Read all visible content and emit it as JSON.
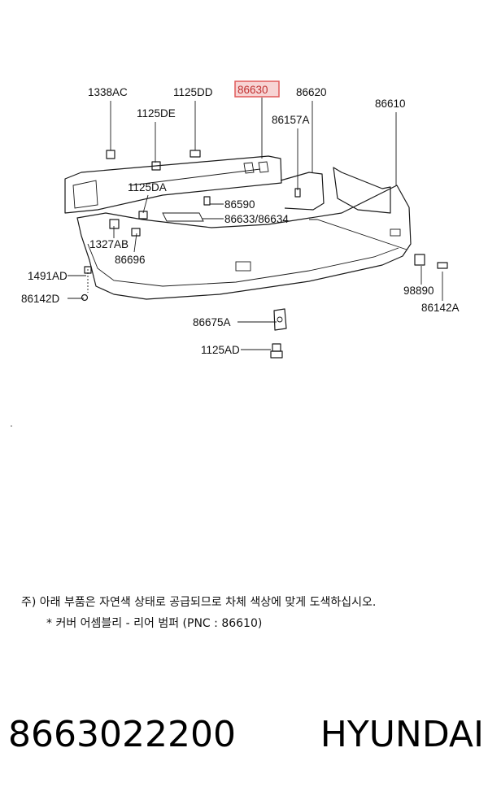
{
  "highlight_color": "#e05a5a",
  "labels": {
    "p1338AC": "1338AC",
    "p1125DD": "1125DD",
    "p86630": "86630",
    "p86620": "86620",
    "p86610": "86610",
    "p1125DE": "1125DE",
    "p86157A": "86157A",
    "p1125DA": "1125DA",
    "p86590": "86590",
    "p86633": "86633/86634",
    "p1327AB": "1327AB",
    "p86696": "86696",
    "p1491AD": "1491AD",
    "p86142D": "86142D",
    "p98890": "98890",
    "p86142A": "86142A",
    "p86675A": "86675A",
    "p1125AD": "1125AD"
  },
  "note": {
    "line1": "주) 아래 부품은 자연색 상태로 공급되므로 차체 색상에 맞게 도색하십시오.",
    "line2": "* 커버 어셈블리 - 리어 범퍼 (PNC : 86610)"
  },
  "footer": {
    "part_number": "8663022200",
    "brand": "HYUNDAI"
  }
}
